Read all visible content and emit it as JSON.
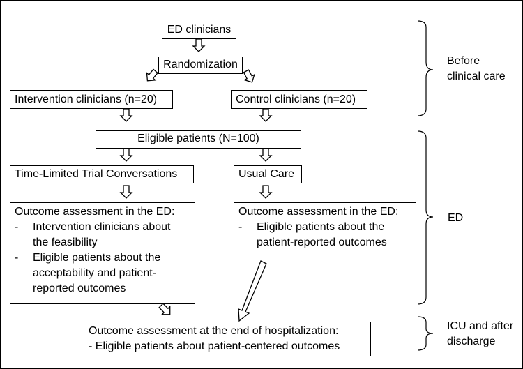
{
  "boxes": {
    "ed_clinicians": "ED clinicians",
    "randomization": "Randomization",
    "intervention_clinicians": "Intervention clinicians (n=20)",
    "control_clinicians": "Control clinicians (n=20)",
    "eligible_patients": "Eligible patients (N=100)",
    "tltc": "Time-Limited Trial Conversations",
    "usual_care": "Usual Care"
  },
  "outcome_ed_left": {
    "title": "Outcome assessment in the ED:",
    "bullets": [
      {
        "dash": "-",
        "lines": [
          "Intervention clinicians about",
          "the feasibility"
        ]
      },
      {
        "dash": "-",
        "lines": [
          "Eligible patients about the",
          "acceptability and patient-",
          "reported outcomes"
        ]
      }
    ]
  },
  "outcome_ed_right": {
    "title": "Outcome assessment in the ED:",
    "bullets": [
      {
        "dash": "-",
        "lines": [
          "Eligible patients about the",
          "patient-reported outcomes"
        ]
      }
    ]
  },
  "outcome_end": {
    "title": "Outcome assessment at the end of hospitalization:",
    "line": "- Eligible patients about patient-centered outcomes"
  },
  "phases": {
    "before": [
      "Before",
      "clinical care"
    ],
    "ed": "ED",
    "icu": [
      "ICU and after",
      "discharge"
    ]
  }
}
